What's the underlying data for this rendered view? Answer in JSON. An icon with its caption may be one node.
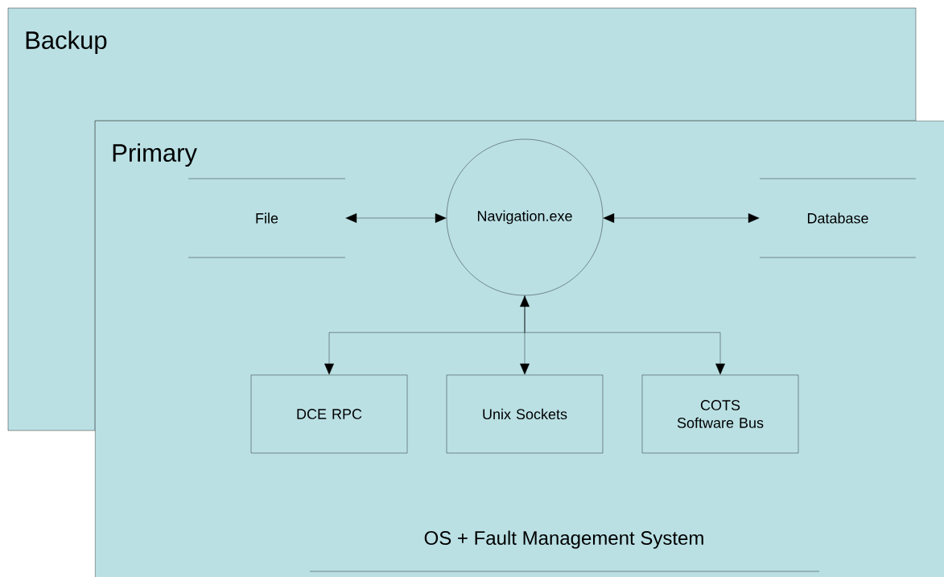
{
  "diagram": {
    "nodes": [
      {
        "text": [
          "Backup"
        ]
      },
      {
        "text": [
          "Primary"
        ]
      },
      {
        "text": [
          "File"
        ],
        "in": 1
      },
      {
        "text": [
          "Navigation.exe"
        ],
        "in": 1
      },
      {
        "text": [
          "Database"
        ],
        "in": 1
      },
      {
        "text": [
          "DCE RPC"
        ],
        "in": 1
      },
      {
        "text": [
          "Unix Sockets"
        ],
        "in": 1
      },
      {
        "text": [
          "COTS Software Bus"
        ],
        "in": 1
      }
    ],
    "edges": [
      {
        "from": 2,
        "to": 3,
        "arrow": "both"
      },
      {
        "from": 3,
        "to": 4,
        "arrow": "both"
      },
      {
        "from": 3,
        "to": 5,
        "arrow": "to"
      },
      {
        "from": 3,
        "to": 6,
        "arrow": "both"
      },
      {
        "from": 3,
        "to": 7,
        "arrow": "to"
      }
    ],
    "labels": [
      "OS + Fault Management System"
    ]
  }
}
